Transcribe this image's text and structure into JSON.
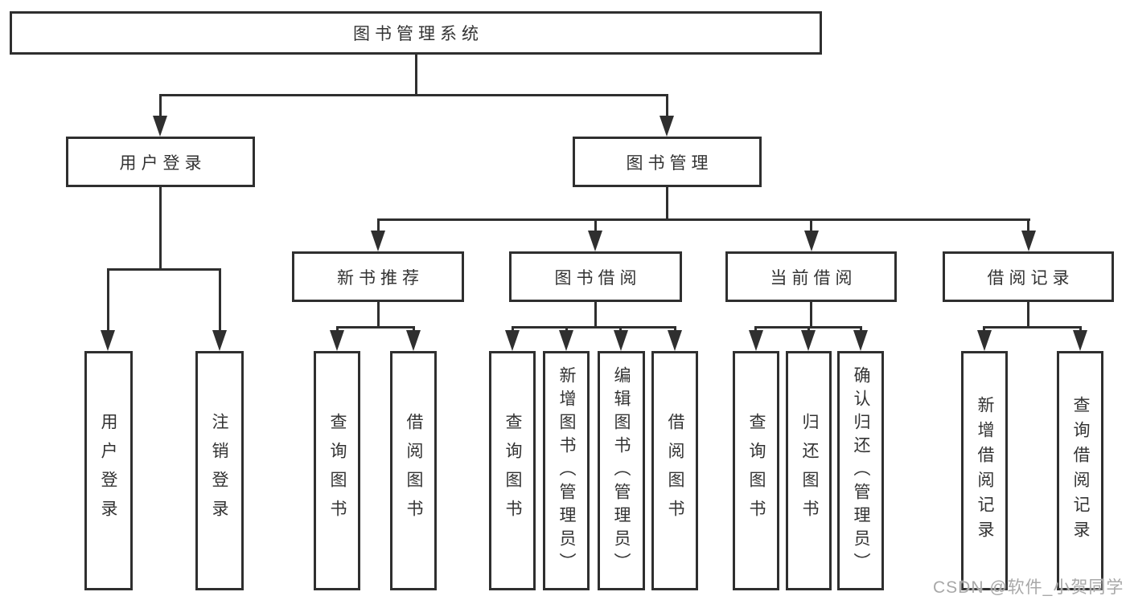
{
  "tree": {
    "root": {
      "label": "图书管理系统"
    },
    "user_login": {
      "label": "用户登录",
      "children": [
        "用户登录",
        "注销登录"
      ]
    },
    "book_mgmt": {
      "label": "图书管理",
      "sections": [
        {
          "label": "新书推荐",
          "children": [
            "查询图书",
            "借阅图书"
          ]
        },
        {
          "label": "图书借阅",
          "children": [
            "查询图书",
            "新增图书（管理员）",
            "编辑图书（管理员）",
            "借阅图书"
          ]
        },
        {
          "label": "当前借阅",
          "children": [
            "查询图书",
            "归还图书",
            "确认归还（管理员）"
          ]
        },
        {
          "label": "借阅记录",
          "children": [
            "新增借阅记录",
            "查询借阅记录"
          ]
        }
      ]
    }
  },
  "watermark": "CSDN @软件_小贺同学"
}
